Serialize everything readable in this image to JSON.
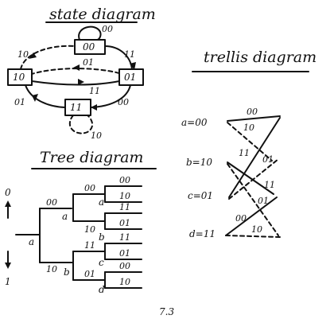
{
  "state_diagram": {
    "title": "state diagram",
    "states": [
      "00",
      "10",
      "01",
      "11"
    ],
    "transitions": {
      "self_00": "00",
      "s10_to_00": "10",
      "s00_to_01": "11",
      "s01_to_10": "01",
      "s10_to_01": "11",
      "s11_to_10": "01",
      "s01_to_11": "00",
      "self_11": "10"
    }
  },
  "trellis_diagram": {
    "title": "trellis diagram",
    "states": [
      "a=00",
      "b=10",
      "c=01",
      "d=11"
    ],
    "labels": [
      "00",
      "10",
      "11",
      "01",
      "11",
      "01",
      "00",
      "10"
    ]
  },
  "tree_diagram": {
    "title": "Tree diagram",
    "axis_top": "0",
    "axis_bottom": "1",
    "root": "a",
    "level1": [
      "00",
      "10"
    ],
    "level1_nodes": [
      "a",
      "b"
    ],
    "level2": [
      "00",
      "10",
      "11",
      "01"
    ],
    "level2_nodes": [
      "a",
      "b",
      "c",
      "d"
    ],
    "level3": [
      "00",
      "10",
      "11",
      "01",
      "11",
      "01",
      "00",
      "10"
    ]
  },
  "footer": "7.3"
}
